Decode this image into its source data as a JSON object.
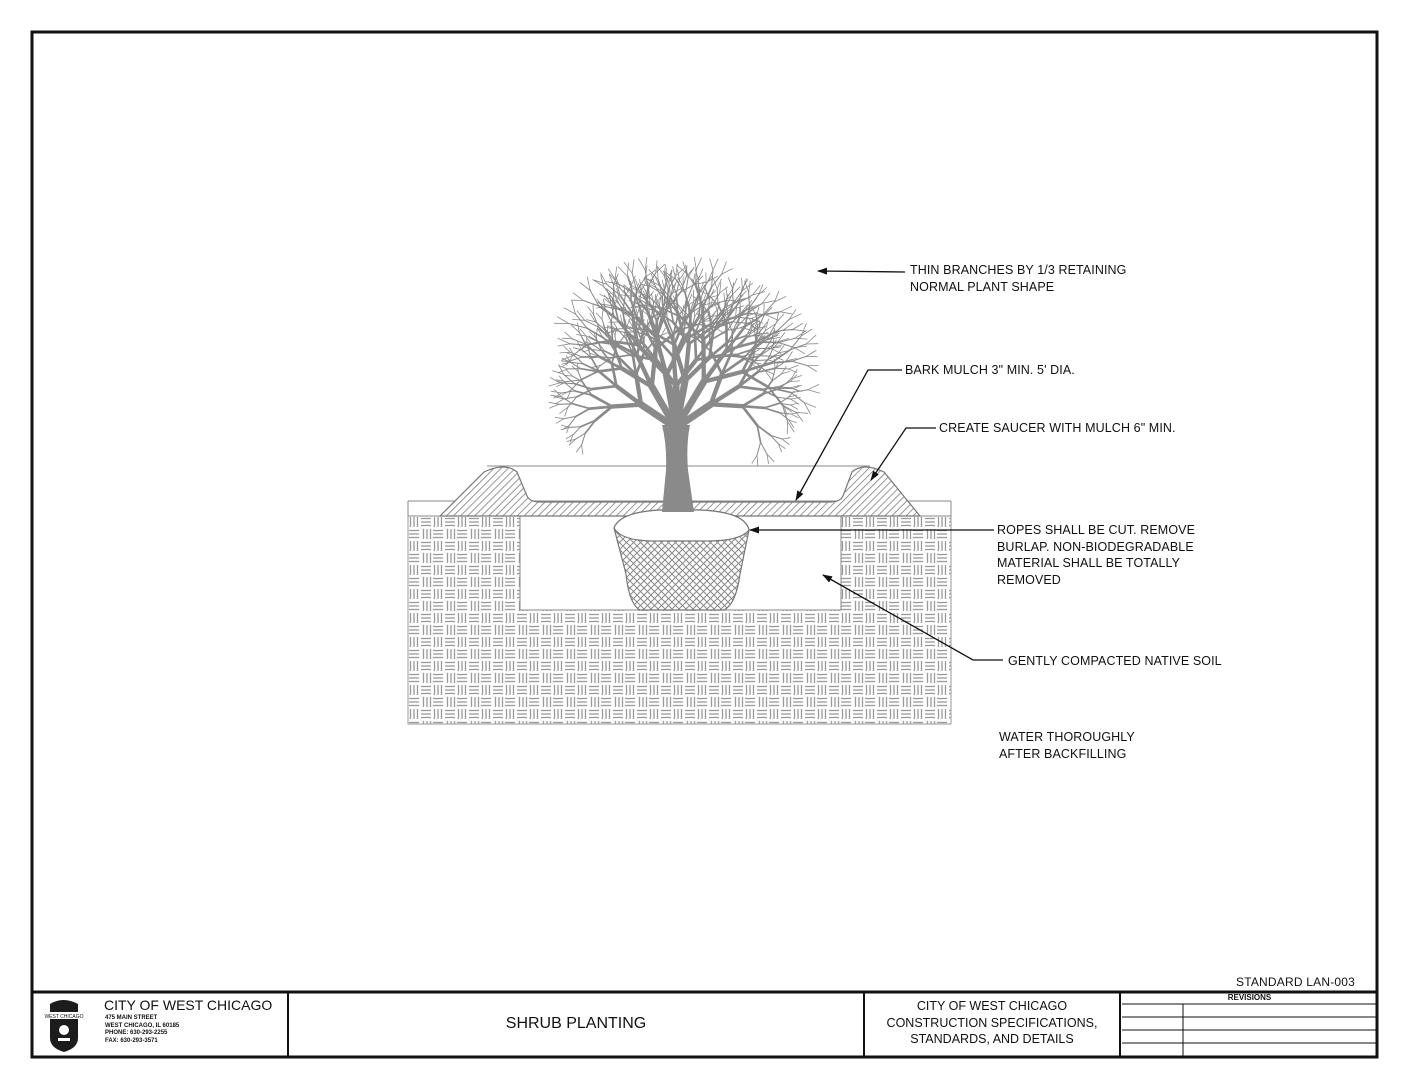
{
  "drawing": {
    "standard_label": "STANDARD LAN-003",
    "callouts": {
      "branches": "THIN BRANCHES BY 1/3 RETAINING\nNORMAL PLANT SHAPE",
      "bark_mulch": "BARK MULCH 3\" MIN. 5' DIA.",
      "saucer": "CREATE SAUCER WITH MULCH 6\" MIN.",
      "ropes": "ROPES SHALL BE CUT. REMOVE\nBURLAP. NON-BIODEGRADABLE\nMATERIAL SHALL BE TOTALLY\nREMOVED",
      "soil": "GENTLY COMPACTED NATIVE SOIL",
      "water": "WATER THOROUGHLY\nAFTER BACKFILLING"
    }
  },
  "title_block": {
    "org_name": "CITY OF WEST CHICAGO",
    "address_lines": [
      "475 MAIN STREET",
      "WEST CHICAGO, IL 60185",
      "PHONE: 630-293-2255",
      "FAX: 630-293-3571"
    ],
    "drawing_title": "SHRUB PLANTING",
    "spec_title": "CITY OF WEST CHICAGO\nCONSTRUCTION SPECIFICATIONS,\nSTANDARDS, AND DETAILS",
    "revisions_label": "REVISIONS",
    "logo_text": "WEST CHICAGO"
  },
  "colors": {
    "ink": "#111111",
    "tree": "#8a8a8a",
    "hatch": "#9a9a9a"
  }
}
